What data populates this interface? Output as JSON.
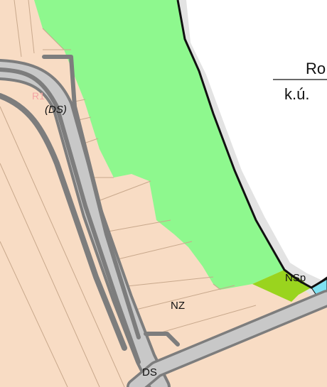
{
  "map": {
    "colors": {
      "outside": "#ffffff",
      "zone_nz": "#f8dcc4",
      "parcel_line": "#c8a88c",
      "forest": "#8ef88e",
      "nsp": "#9ad41e",
      "water": "#7fe2f2",
      "road_fill": "#c8c8c8",
      "road_line": "#7d7d7d",
      "boundary": "#111111",
      "boundary_halo": "#e3e3e3",
      "corridor_label": "#f4a3a3"
    },
    "labels": {
      "cadastral_name": "Ro",
      "cadastral_sub": "k.ú.",
      "corridor_code": "R1",
      "corridor_type": "(DS)",
      "zone_nz": "NZ",
      "zone_nsp": "NSp",
      "zone_ds": "DS"
    }
  }
}
